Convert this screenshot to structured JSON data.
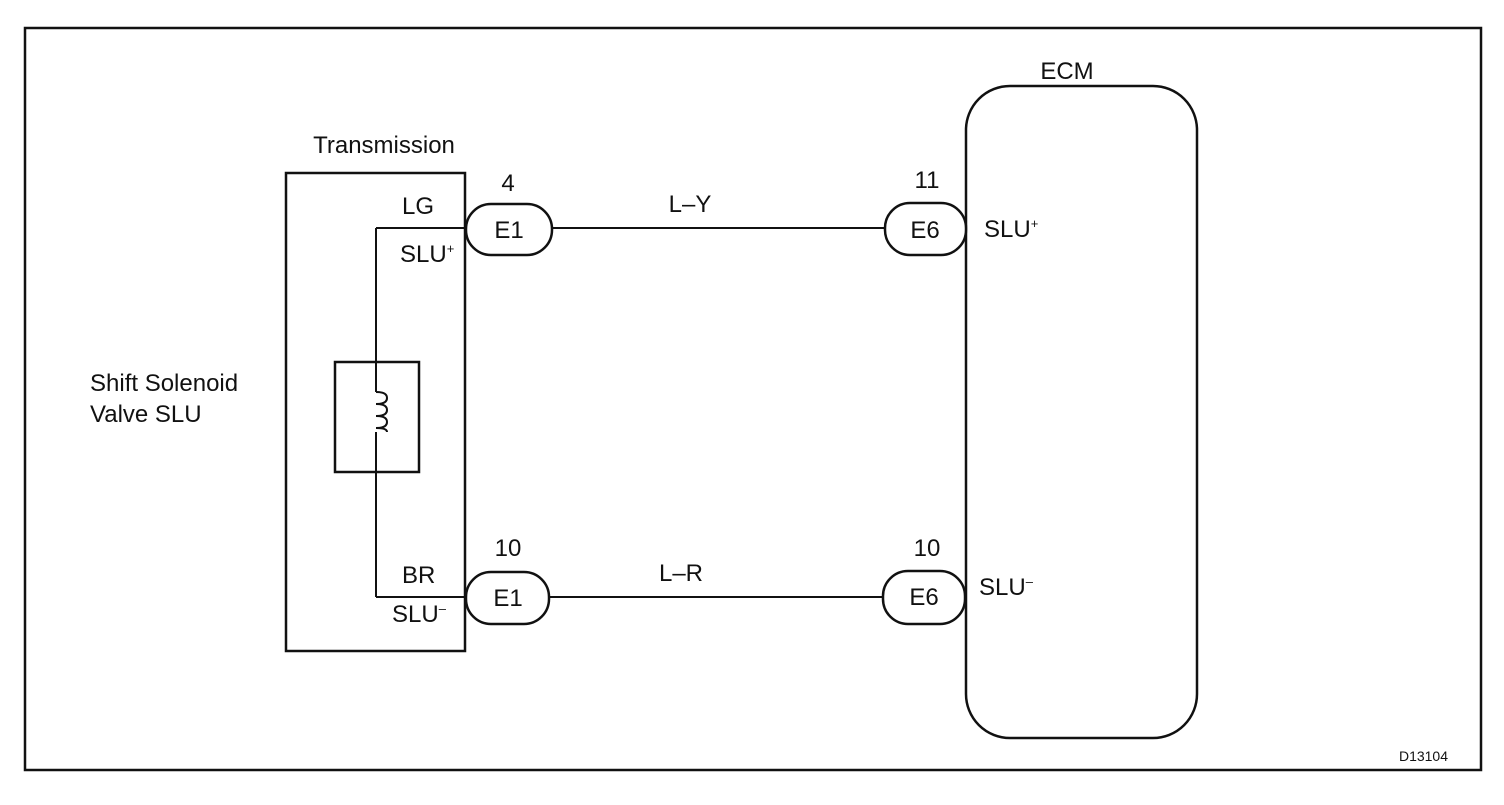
{
  "component": {
    "label": "Transmission",
    "solenoid_label": [
      "Shift Solenoid",
      "Valve SLU"
    ]
  },
  "ecm": {
    "label": "ECM"
  },
  "circuits": [
    {
      "left_pin": "4",
      "left_connector": "E1",
      "left_wire_color": "LG",
      "left_terminal": "SLU",
      "left_terminal_sign": "+",
      "wire": "L–Y",
      "right_pin": "11",
      "right_connector": "E6",
      "right_terminal": "SLU",
      "right_terminal_sign": "+"
    },
    {
      "left_pin": "10",
      "left_connector": "E1",
      "left_wire_color": "BR",
      "left_terminal": "SLU",
      "left_terminal_sign": "–",
      "wire": "L–R",
      "right_pin": "10",
      "right_connector": "E6",
      "right_terminal": "SLU",
      "right_terminal_sign": "–"
    }
  ],
  "figure_code": "D13104"
}
